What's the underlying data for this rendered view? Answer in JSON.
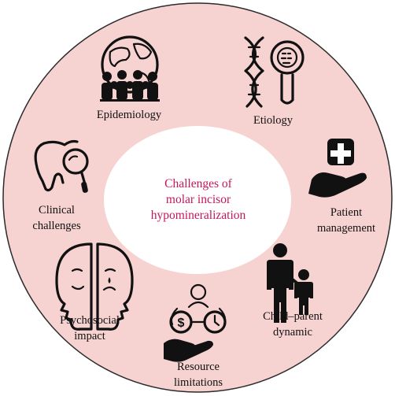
{
  "center": {
    "line1": "Challenges of",
    "line2": "molar incisor",
    "line3": "hypomineralization"
  },
  "segments": {
    "epidemiology": {
      "label": "Epidemiology",
      "icon": "globe-people-icon"
    },
    "etiology": {
      "label": "Etiology",
      "icon": "dna-magnifier-icon"
    },
    "patient_management": {
      "line1": "Patient",
      "line2": "management",
      "icon": "hand-medical-cross-icon"
    },
    "child_parent": {
      "line1": "Child–parent",
      "line2": "dynamic",
      "icon": "parent-child-icon"
    },
    "resource": {
      "line1": "Resource",
      "line2": "limitations",
      "icon": "hand-money-time-icon"
    },
    "psychosocial": {
      "line1": "Psychosocial",
      "line2": "impact",
      "icon": "two-faces-icon"
    },
    "clinical": {
      "line1": "Clinical",
      "line2": "challenges",
      "icon": "tooth-magnifier-icon"
    }
  },
  "colors": {
    "ring": "#f6d3d1",
    "center_text": "#c2185b",
    "ink": "#111111"
  }
}
